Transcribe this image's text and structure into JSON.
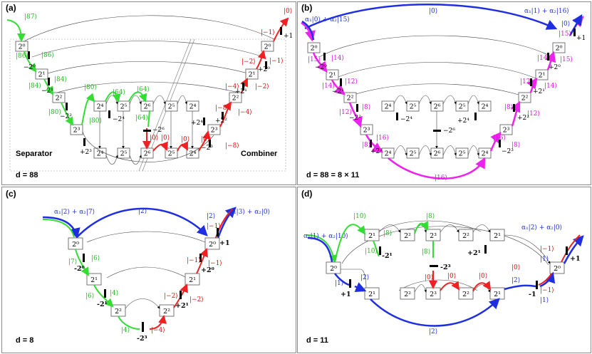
{
  "panels": {
    "a": {
      "label": "(a)",
      "d_label": "d = 88",
      "separator_label": "Separator",
      "combiner_label": "Combiner",
      "inputs": [
        "|87⟩"
      ],
      "output": "|0⟩",
      "left_nodes": [
        "2⁰",
        "2¹",
        "2²",
        "2³",
        "2⁴",
        "2⁵",
        "2⁶"
      ],
      "right_nodes": [
        "2⁰",
        "2¹",
        "2²",
        "2³",
        "2⁴",
        "2⁵",
        "2⁶"
      ],
      "lower_nodes": [
        "2⁴",
        "2⁵",
        "2⁶",
        "2⁵",
        "2⁴"
      ],
      "green_states": [
        "|87⟩",
        "|86⟩",
        "|86⟩",
        "|84⟩",
        "|84⟩",
        "|80⟩",
        "|80⟩",
        "|80⟩",
        "|64⟩",
        "|64⟩",
        "|64⟩"
      ],
      "red_states": [
        "|0⟩",
        "|−1⟩",
        "|−2⟩",
        "|−1⟩",
        "|−4⟩",
        "|−2⟩",
        "|−8⟩",
        "|−4⟩",
        "|0⟩",
        "|0⟩",
        "|0⟩",
        "|0⟩",
        "|−8⟩"
      ],
      "left_offsets": [
        "−2⁰",
        "−2¹",
        "−2²",
        "+2³",
        "−2⁴",
        "−2⁶"
      ],
      "right_offsets": [
        "+1",
        "+2⁰",
        "+2¹",
        "+2²",
        "+2⁴",
        "−2³"
      ]
    },
    "b": {
      "label": "(b)",
      "d_label": "d = 88 = 8 × 11",
      "left_input": "α₁|0⟩ + α₂|15⟩",
      "right_output": "α₁|1⟩ + α₂|16⟩",
      "top_state": "|0⟩",
      "bottom_state": "|16⟩"
    },
    "c": {
      "label": "(c)",
      "d_label": "d = 8",
      "left_input": "α₁|2⟩ + α₂|7⟩",
      "right_output": "α₁|3⟩ + α₂|0⟩",
      "top_state": "|2⟩",
      "states": [
        "|7⟩",
        "|6⟩",
        "|6⟩",
        "|4⟩",
        "|4⟩",
        "|−4⟩",
        "|−2⟩",
        "|−2⟩",
        "|−1⟩",
        "|−1⟩",
        "|2⟩"
      ],
      "offsets": [
        "-2⁰",
        "-2¹",
        "-2³",
        "+2¹",
        "+2⁰",
        "+1"
      ]
    },
    "d": {
      "label": "(d)",
      "d_label": "d = 11",
      "left_input": "α₁|1⟩ + α₂|10⟩",
      "right_output": "α₁|2⟩ + α₂|0⟩",
      "bottom_state": "|2⟩",
      "states": [
        "|10⟩",
        "|8⟩",
        "|8⟩",
        "|10⟩",
        "|8⟩",
        "|1⟩",
        "|2⟩",
        "|0⟩",
        "|0⟩",
        "|0⟩",
        "|2⟩",
        "|0⟩",
        "|−1⟩",
        "|1⟩",
        "|−1⟩",
        "|1⟩"
      ],
      "offsets": [
        "-2¹",
        "-2³",
        "+2¹",
        "+1",
        "-1",
        "+1"
      ]
    }
  },
  "colors": {
    "green": "#33dd33",
    "red": "#ee2222",
    "blue": "#1f2fe0",
    "magenta": "#ee22ee",
    "panel_border": "#8a8a8a"
  }
}
